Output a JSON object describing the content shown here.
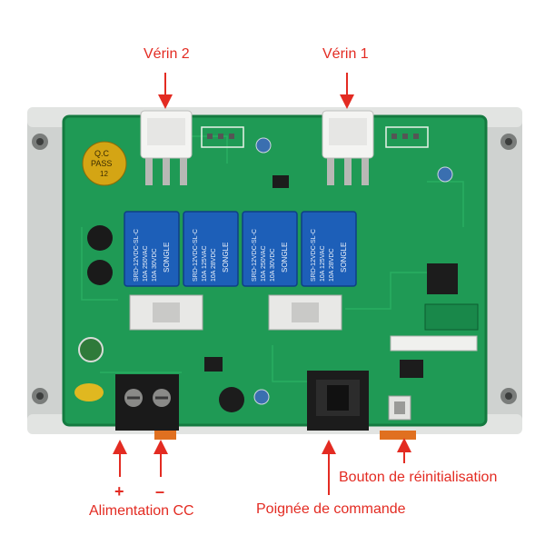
{
  "labels": {
    "verin2": "Vérin 2",
    "verin1": "Vérin 1",
    "plus": "+",
    "minus": "–",
    "power": "Alimentation CC",
    "handle": "Poignée de commande",
    "reset": "Bouton de réinitialisation"
  },
  "relay": {
    "brand": "SONGLE",
    "model": "SRD-12VDC-SL-C",
    "rating_ac1": "10A 250VAC",
    "rating_ac2": "10A 125VAC",
    "rating_dc1": "10A 30VDC",
    "rating_dc2": "10A 28VDC"
  },
  "sticker": {
    "line1": "Q.C",
    "line2": "PASS",
    "line3": "12"
  },
  "colors": {
    "annotation": "#e32b22",
    "pcb": "#1f9a55",
    "pcb_dark": "#147a40",
    "enclosure": "#d6d8d6",
    "relay": "#1d5fb8"
  }
}
